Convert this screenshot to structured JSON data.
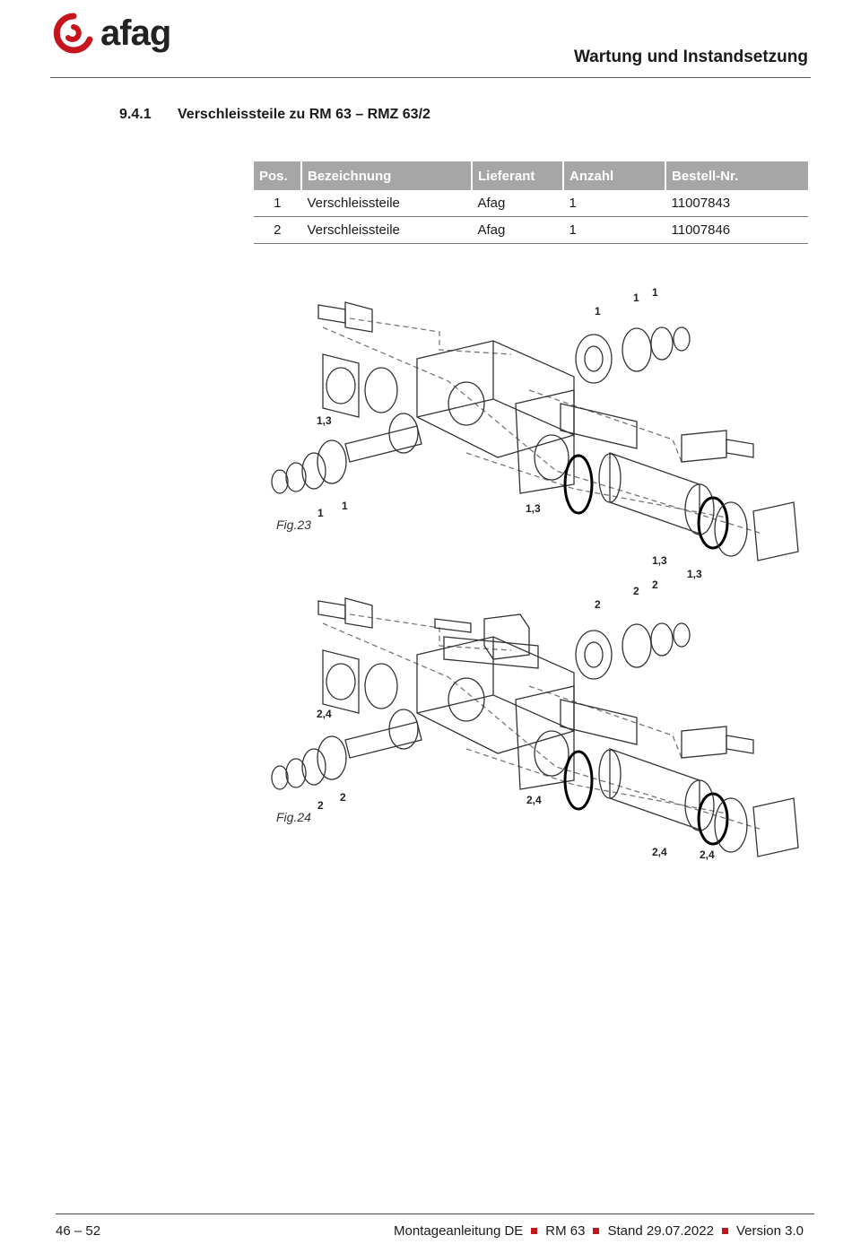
{
  "header": {
    "logo_text": "afag",
    "title": "Wartung und Instandsetzung",
    "brand_color": "#c4161c"
  },
  "section": {
    "number": "9.4.1",
    "title": "Verschleissteile zu RM 63 – RMZ 63/2"
  },
  "parts_table": {
    "columns": [
      "Pos.",
      "Bezeichnung",
      "Lieferant",
      "Anzahl",
      "Bestell-Nr."
    ],
    "rows": [
      [
        "1",
        "Verschleissteile",
        "Afag",
        "1",
        "11007843"
      ],
      [
        "2",
        "Verschleissteile",
        "Afag",
        "1",
        "11007846"
      ]
    ]
  },
  "figures": [
    {
      "label": "Fig.23",
      "callouts": [
        "1",
        "1",
        "1",
        "1,3",
        "1",
        "1",
        "1,3",
        "1,3",
        "1,3"
      ]
    },
    {
      "label": "Fig.24",
      "callouts": [
        "2",
        "2",
        "2",
        "2,4",
        "2",
        "2",
        "2,4",
        "2,4",
        "2,4"
      ]
    }
  ],
  "footer": {
    "page": "46 – 52",
    "doc": "Montageanleitung DE",
    "product": "RM 63",
    "date": "Stand 29.07.2022",
    "version": "Version 3.0"
  }
}
